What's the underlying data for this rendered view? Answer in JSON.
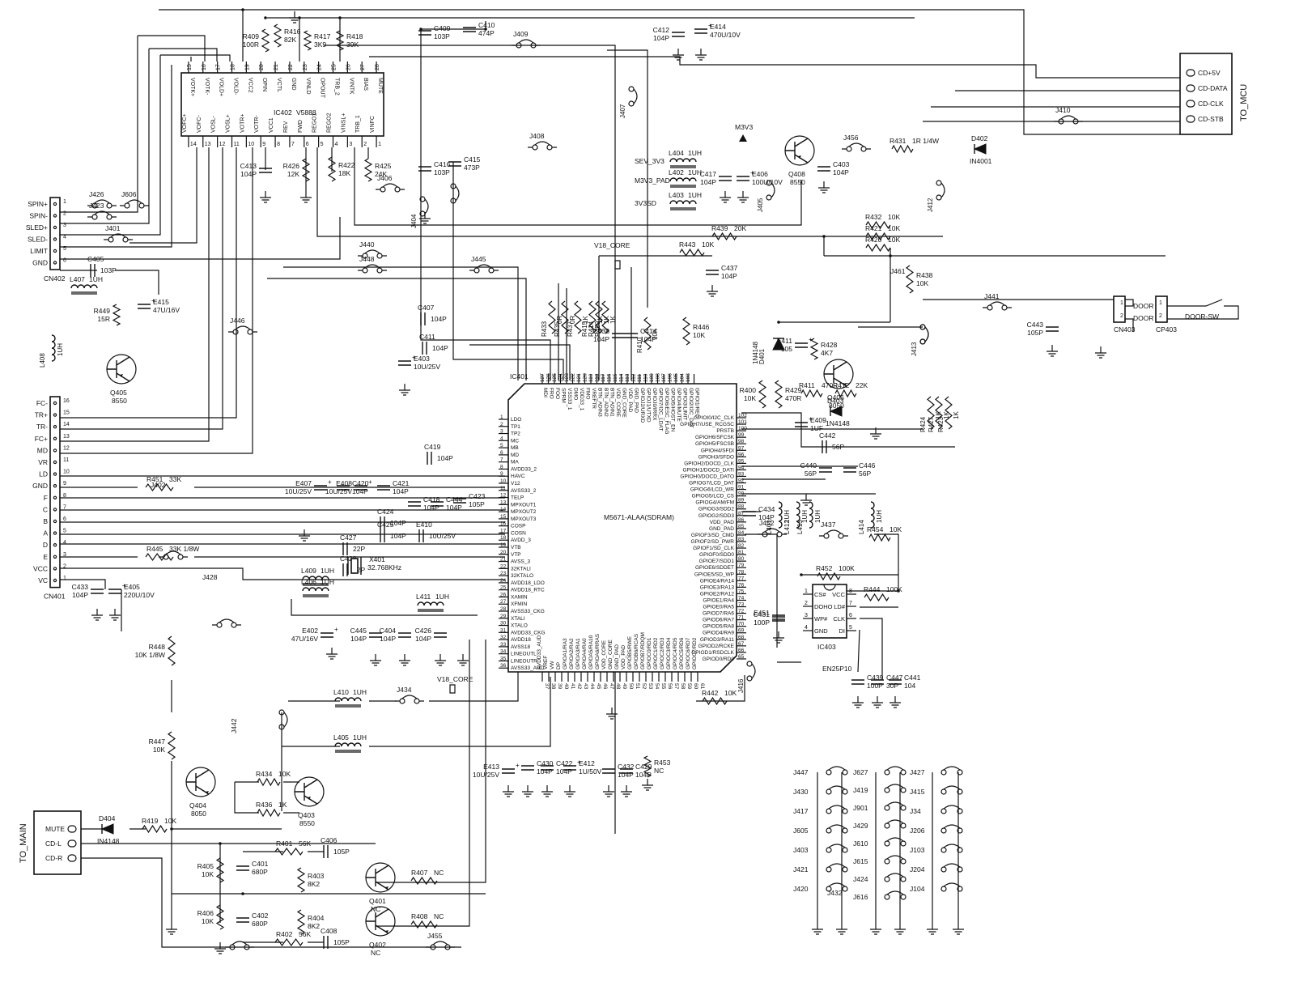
{
  "ic402": {
    "ref": "IC402",
    "part": "V5888",
    "top_pins": [
      "VOTK+",
      "VOTK-",
      "VOLD+",
      "VOLD-",
      "VCC2",
      "OPIN",
      "VCTL",
      "GND",
      "VINLD",
      "OPOUT",
      "TRB_2",
      "VINTK",
      "BIAS",
      "MUTE"
    ],
    "top_nums": [
      "15",
      "16",
      "17",
      "18",
      "19",
      "20",
      "21",
      "22",
      "23",
      "24",
      "25",
      "26",
      "27",
      "28"
    ],
    "bot_pins": [
      "VOFC+",
      "VOFC-",
      "VOSL-",
      "VOSL+",
      "VOTR+",
      "VOTR-",
      "VCC1",
      "REV",
      "FWD",
      "REGO1",
      "REGO2",
      "VINSL+",
      "TRB_1",
      "VINFC"
    ],
    "bot_nums": [
      "14",
      "13",
      "12",
      "11",
      "10",
      "9",
      "8",
      "7",
      "6",
      "5",
      "4",
      "3",
      "2",
      "1"
    ]
  },
  "ic401": {
    "ref": "IC401",
    "part": "M5671-ALAA(SDRAM)",
    "left_pins": [
      "LDO",
      "TP1",
      "TP2",
      "MC",
      "MB",
      "MD",
      "MA",
      "AVDD33_2",
      "HAVC",
      "V12",
      "AVSS33_2",
      "TELP",
      "MPXOUT1",
      "MPXOUT2",
      "MPXOUT3",
      "COSP",
      "COSN",
      "AVDD_3",
      "VTB",
      "VTP",
      "AVSS_3",
      "32KTALI",
      "32KTALO",
      "AVDD18_LDO",
      "AVDD18_RTC",
      "XAMIN",
      "XFMIN",
      "AVSS33_CKG",
      "XTALI",
      "XTALO",
      "AVDD33_CKG",
      "AVDD18",
      "AVSS18",
      "LINEOUTL",
      "LINEOUTR",
      "AVSS33_AUD"
    ],
    "left_nums": [
      "1",
      "2",
      "3",
      "4",
      "5",
      "6",
      "7",
      "8",
      "9",
      "10",
      "11",
      "12",
      "13",
      "14",
      "15",
      "16",
      "17",
      "18",
      "19",
      "20",
      "21",
      "22",
      "23",
      "24",
      "25",
      "26",
      "27",
      "28",
      "29",
      "30",
      "31",
      "32",
      "33",
      "34",
      "35",
      "36"
    ],
    "right_pins": [
      "GPIOI0/I2C_CLK",
      "GPIOH7/USE_RCGSC",
      "PRSTB",
      "GPIOH6/SFCSK",
      "GPIOH5/FSCSB",
      "GPIOH4/SFDI",
      "GPIOH3/SFDO",
      "GPIOH2/DOCD_CLK",
      "GPIOH1/DOCD_DATI",
      "GPIOH0/DOCD_DATO",
      "GPIOG7/LCD_DAT",
      "GPIOG6/LCD_WR",
      "GPIOG5/LCD_CS",
      "GPIOG4/AM/FM",
      "GPIOG3/SDD2",
      "GPIOG2/SDD3",
      "VDD_PAD",
      "GND_PAD",
      "GPIOF3/SD_CMD",
      "GPIOF2/SD_PWR",
      "GPIOF1/SD_CLK",
      "GPIOF0/SDD0",
      "GPIOE7/SDD1",
      "GPIOE6/SDDET",
      "GPIOE5/SD_WP",
      "GPIOE4/RA14",
      "GPIOE3/RA13",
      "GPIOE2/RA12",
      "GPIOE1/RA4",
      "GPIOE0/RA5",
      "GPIOD7/RA6",
      "GPIOD6/RA7",
      "GPIOD5/RA8",
      "GPIOD4/RA9",
      "GPIOD3/RA11",
      "GPIOD2/RCKE",
      "GPIOD1/RSDCLK",
      "GPIOD0/RD0"
    ],
    "right_nums": [
      "102",
      "101",
      "100",
      "99",
      "98",
      "97",
      "96",
      "95",
      "94",
      "93",
      "92",
      "91",
      "90",
      "89",
      "88",
      "87",
      "86",
      "85",
      "84",
      "83",
      "82",
      "81",
      "80",
      "79",
      "78",
      "77",
      "76",
      "75",
      "74",
      "73",
      "72",
      "71",
      "70",
      "69",
      "68",
      "67",
      "66",
      "65"
    ],
    "top_pins": [
      "MDI",
      "FRO",
      "FOO",
      "SPRM",
      "VSS33_1",
      "DMO",
      "VDD33_1",
      "FMO",
      "VREFTR",
      "BTN_ADIN3",
      "BTN_ADIN2",
      "BTN_ADIN1",
      "VDD_CORE",
      "GND_CORE",
      "VDD_PAD",
      "GND_PAD",
      "GPIOJ2/URXD",
      "GPIOJ1/UTXD",
      "GPIOJ0/IRRX",
      "GPIOI7/I2C_LDAT",
      "GPIOI6/ESC_FLAG",
      "GPIOI5/HOST_EN",
      "GPIOI4/MUTE",
      "GPIOI3/LIMIT",
      "GPIOI2/I2C_DAT",
      "GPIOI1/REC"
    ],
    "top_nums": [
      "127",
      "126",
      "125",
      "124",
      "123",
      "122",
      "121",
      "120",
      "119",
      "118",
      "117",
      "116",
      "115",
      "114",
      "113",
      "112",
      "111",
      "110",
      "109",
      "108",
      "107",
      "106",
      "105",
      "104",
      "103"
    ],
    "bot_pins": [
      "AVDD33_AUD",
      "VREF",
      "VW",
      "DP",
      "GPIOA1/RA3",
      "GPIOA2/RA2",
      "GPIOA3/RA1",
      "GPIOA4/RA0",
      "GPIOA5/RA10",
      "GPIOA6/RRAS",
      "VDD_CORE",
      "GND_CORE",
      "GND_PAD",
      "VDD_PAD",
      "GPIOB5/RWE",
      "GPIOB6/RCAS",
      "GPIOB7/RDQM",
      "GPIOC0/RD1",
      "GPIOC1/RD2",
      "GPIOC2/RD3",
      "GPIOC3/RD4",
      "GPIOC4/RD5",
      "GPIOC5/RD6",
      "GPIOC6/RD7",
      "GPIOC7/RD2"
    ],
    "bot_nums": [
      "37",
      "38",
      "39",
      "40",
      "41",
      "42",
      "43",
      "44",
      "45",
      "46",
      "47",
      "48",
      "49",
      "50",
      "51",
      "52",
      "53",
      "54",
      "55",
      "56",
      "57",
      "58",
      "59",
      "60",
      "61",
      "62",
      "63",
      "64"
    ]
  },
  "ic403": {
    "ref": "IC403",
    "part": "EN25P10",
    "left_pins": [
      "CS#",
      "DOHO",
      "WP#",
      "GND"
    ],
    "left_nums": [
      "1",
      "2",
      "3",
      "4"
    ],
    "right_pins": [
      "VCC",
      "LD#",
      "CLK",
      "DI"
    ],
    "right_nums": [
      "8",
      "7",
      "6",
      "5"
    ]
  },
  "cn402": {
    "ref": "CN402",
    "pins": [
      "SPIN+",
      "SPIN-",
      "SLED+",
      "SLED-",
      "LIMIT",
      "GND"
    ],
    "nums": [
      "1",
      "2",
      "3",
      "4",
      "5",
      "6"
    ]
  },
  "cn401": {
    "ref": "CN401",
    "pins": [
      "FC-",
      "TR+",
      "TR-",
      "FC+",
      "MD",
      "VR",
      "LD",
      "GND",
      "F",
      "C",
      "B",
      "A",
      "D",
      "E",
      "VCC",
      "VC"
    ],
    "nums": [
      "16",
      "15",
      "14",
      "13",
      "12",
      "11",
      "10",
      "9",
      "8",
      "7",
      "6",
      "5",
      "4",
      "3",
      "2",
      "1"
    ]
  },
  "to_mcu": {
    "title": "TO_MCU",
    "pins": [
      "CD+5V",
      "CD-DATA",
      "CD-CLK",
      "CD-STB"
    ]
  },
  "to_main": {
    "title": "TO_MAIN",
    "pins": [
      "MUTE",
      "CD-L",
      "CD-R"
    ]
  },
  "cn403": {
    "ref": "CN403",
    "pins": [
      "DOOR",
      "DOOR"
    ],
    "nums": [
      "1",
      "2"
    ]
  },
  "cp403": {
    "ref": "CP403",
    "nums": [
      "1",
      "2"
    ],
    "switch": "DOOR-SW"
  },
  "resistors": [
    {
      "ref": "R409",
      "val": "100R"
    },
    {
      "ref": "R416",
      "val": "82K"
    },
    {
      "ref": "R417",
      "val": "3K9"
    },
    {
      "ref": "R418",
      "val": "39K"
    },
    {
      "ref": "R426",
      "val": "12K"
    },
    {
      "ref": "R422",
      "val": "18K"
    },
    {
      "ref": "R425",
      "val": "24K"
    },
    {
      "ref": "R431",
      "val": "1R 1/4W"
    },
    {
      "ref": "R432",
      "val": "10K"
    },
    {
      "ref": "R421",
      "val": "10K"
    },
    {
      "ref": "R420",
      "val": "10K"
    },
    {
      "ref": "R439",
      "val": "20K"
    },
    {
      "ref": "R443",
      "val": "10K"
    },
    {
      "ref": "R438",
      "val": "10K"
    },
    {
      "ref": "R449",
      "val": "15R"
    },
    {
      "ref": "R451",
      "val": "33K"
    },
    {
      "ref": "R445",
      "val": "33K 1/8W"
    },
    {
      "ref": "R448",
      "val": "10K 1/8W"
    },
    {
      "ref": "R447",
      "val": "10K"
    },
    {
      "ref": "R434",
      "val": "10K"
    },
    {
      "ref": "R436",
      "val": "1K"
    },
    {
      "ref": "R419",
      "val": "10K"
    },
    {
      "ref": "R405",
      "val": "10K"
    },
    {
      "ref": "R406",
      "val": "10K"
    },
    {
      "ref": "R401",
      "val": "56K"
    },
    {
      "ref": "R402",
      "val": "56K"
    },
    {
      "ref": "R403",
      "val": "8K2"
    },
    {
      "ref": "R404",
      "val": "8K2"
    },
    {
      "ref": "R407",
      "val": "NC"
    },
    {
      "ref": "R408",
      "val": "NC"
    },
    {
      "ref": "R442",
      "val": "10K"
    },
    {
      "ref": "R453",
      "val": "NC"
    },
    {
      "ref": "R446",
      "val": "10K"
    },
    {
      "ref": "R400",
      "val": "10K"
    },
    {
      "ref": "R429",
      "val": "470R"
    },
    {
      "ref": "R428",
      "val": "4K7"
    },
    {
      "ref": "R411",
      "val": "470R"
    },
    {
      "ref": "R412",
      "val": "22K"
    },
    {
      "ref": "R454",
      "val": "10K"
    },
    {
      "ref": "R452",
      "val": "100K"
    },
    {
      "ref": "R444",
      "val": "100K"
    },
    {
      "ref": "R433",
      "val": "0R"
    },
    {
      "ref": "R435",
      "val": "0R"
    },
    {
      "ref": "R437",
      "val": "1K"
    },
    {
      "ref": "R410",
      "val": "10K"
    },
    {
      "ref": "R424",
      "val": "1K"
    },
    {
      "ref": "R427",
      "val": "1K"
    },
    {
      "ref": "R423",
      "val": "1K"
    },
    {
      "ref": "R415",
      "val": "1K"
    },
    {
      "ref": "R414",
      "val": "1K"
    },
    {
      "ref": "R450",
      "val": "1K"
    }
  ],
  "capacitors": [
    {
      "ref": "C409",
      "val": "103P"
    },
    {
      "ref": "C410",
      "val": "474P"
    },
    {
      "ref": "C412",
      "val": "104P"
    },
    {
      "ref": "E414",
      "val": "470U/10V"
    },
    {
      "ref": "C413",
      "val": "104P"
    },
    {
      "ref": "C416",
      "val": "103P"
    },
    {
      "ref": "C415",
      "val": "473P"
    },
    {
      "ref": "C417",
      "val": "104P"
    },
    {
      "ref": "E406",
      "val": "100U/10V"
    },
    {
      "ref": "C403",
      "val": "104P"
    },
    {
      "ref": "C405",
      "val": "103P"
    },
    {
      "ref": "C437",
      "val": "104P"
    },
    {
      "ref": "E415",
      "val": "47U/16V"
    },
    {
      "ref": "C407",
      "val": "104P"
    },
    {
      "ref": "C411",
      "val": "104P"
    },
    {
      "ref": "E403",
      "val": "10U/25V"
    },
    {
      "ref": "C443",
      "val": "105P"
    },
    {
      "ref": "E411",
      "val": "105"
    },
    {
      "ref": "E409",
      "val": "1UF"
    },
    {
      "ref": "C442",
      "val": "56P"
    },
    {
      "ref": "C440",
      "val": "56P"
    },
    {
      "ref": "C446",
      "val": "56P"
    },
    {
      "ref": "C434",
      "val": "104P"
    },
    {
      "ref": "C419",
      "val": "104P"
    },
    {
      "ref": "E407",
      "val": "10U/25V"
    },
    {
      "ref": "C420",
      "val": "104P"
    },
    {
      "ref": "E408",
      "val": "10U/25V"
    },
    {
      "ref": "C421",
      "val": "104P"
    },
    {
      "ref": "C418",
      "val": "104P"
    },
    {
      "ref": "C444",
      "val": "104P"
    },
    {
      "ref": "C423",
      "val": "105P"
    },
    {
      "ref": "C424",
      "val": "104P"
    },
    {
      "ref": "C425",
      "val": "104P"
    },
    {
      "ref": "E410",
      "val": "10U/25V"
    },
    {
      "ref": "C427",
      "val": "22P"
    },
    {
      "ref": "C428",
      "val": "22P"
    },
    {
      "ref": "C433",
      "val": "104P"
    },
    {
      "ref": "E405",
      "val": "220U/10V"
    },
    {
      "ref": "E402",
      "val": "47U/16V"
    },
    {
      "ref": "C445",
      "val": "104P"
    },
    {
      "ref": "C404",
      "val": "104P"
    },
    {
      "ref": "C426",
      "val": "104P"
    },
    {
      "ref": "E413",
      "val": "10U/25V"
    },
    {
      "ref": "C430",
      "val": "104P"
    },
    {
      "ref": "C422",
      "val": "104P"
    },
    {
      "ref": "E412",
      "val": "1U/50V"
    },
    {
      "ref": "C432",
      "val": "104P"
    },
    {
      "ref": "C429",
      "val": "104P"
    },
    {
      "ref": "C439",
      "val": "100P"
    },
    {
      "ref": "C447",
      "val": "30P"
    },
    {
      "ref": "C441",
      "val": "104"
    },
    {
      "ref": "C431",
      "val": "100P"
    },
    {
      "ref": "C401",
      "val": "680P"
    },
    {
      "ref": "C402",
      "val": "680P"
    },
    {
      "ref": "C406",
      "val": "105P"
    },
    {
      "ref": "C408",
      "val": "105P"
    },
    {
      "ref": "C414",
      "val": "104P"
    },
    {
      "ref": "C438",
      "val": "104P"
    },
    {
      "ref": "E451",
      "val": ""
    }
  ],
  "inductors": [
    {
      "ref": "L404",
      "val": "1UH",
      "net": "SEV_3V3"
    },
    {
      "ref": "L402",
      "val": "1UH",
      "net": "M3V3_PAD"
    },
    {
      "ref": "L403",
      "val": "1UH",
      "net": "3V3SD"
    },
    {
      "ref": "L407",
      "val": "1UH"
    },
    {
      "ref": "L408",
      "val": "1UH"
    },
    {
      "ref": "L409",
      "val": "1UH"
    },
    {
      "ref": "L406",
      "val": "1UH"
    },
    {
      "ref": "L411",
      "val": "1UH"
    },
    {
      "ref": "L410",
      "val": "1UH"
    },
    {
      "ref": "L405",
      "val": "1UH"
    },
    {
      "ref": "L401",
      "val": "1UH"
    },
    {
      "ref": "L412",
      "val": "1UH"
    },
    {
      "ref": "L413",
      "val": "1UH"
    },
    {
      "ref": "L414",
      "val": "1UH"
    }
  ],
  "transistors": [
    {
      "ref": "Q408",
      "part": "8550"
    },
    {
      "ref": "Q405",
      "part": "8550"
    },
    {
      "ref": "Q406",
      "part": "8050"
    },
    {
      "ref": "Q404",
      "part": "8050"
    },
    {
      "ref": "Q403",
      "part": "8550"
    },
    {
      "ref": "Q401",
      "part": "NC"
    },
    {
      "ref": "Q402",
      "part": "NC"
    }
  ],
  "diodes": [
    {
      "ref": "D402",
      "part": "IN4001"
    },
    {
      "ref": "D403",
      "part": "1N4148"
    },
    {
      "ref": "D404",
      "part": "IN4148"
    },
    {
      "ref": "D401",
      "part": "1N4148"
    }
  ],
  "crystal": {
    "ref": "X401",
    "val": "32.768KHz"
  },
  "nets": {
    "m3v3": "M3V3",
    "v18a": "V18_CORE",
    "v18b": "V18_CORE"
  },
  "jumpers": [
    "J426",
    "J606",
    "J423",
    "J401",
    "J440",
    "J448",
    "J445",
    "J409",
    "J407",
    "J408",
    "J406",
    "J404",
    "J405",
    "J456",
    "J410",
    "J412",
    "J461",
    "J441",
    "J413",
    "J446",
    "J402",
    "J428",
    "J434",
    "J442",
    "J416",
    "J452",
    "J437",
    "J455"
  ],
  "jumper_table": {
    "col1": [
      "J447",
      "J430",
      "J417",
      "J605",
      "J403",
      "J421",
      "J420"
    ],
    "col2": [
      "J627",
      "J419",
      "J901",
      "J429",
      "J610",
      "J615",
      "J424",
      "J616"
    ],
    "col3": [
      "J427",
      "J415",
      "J34",
      "J206",
      "J103",
      "J204",
      "J104"
    ],
    "bottom": "J432"
  }
}
